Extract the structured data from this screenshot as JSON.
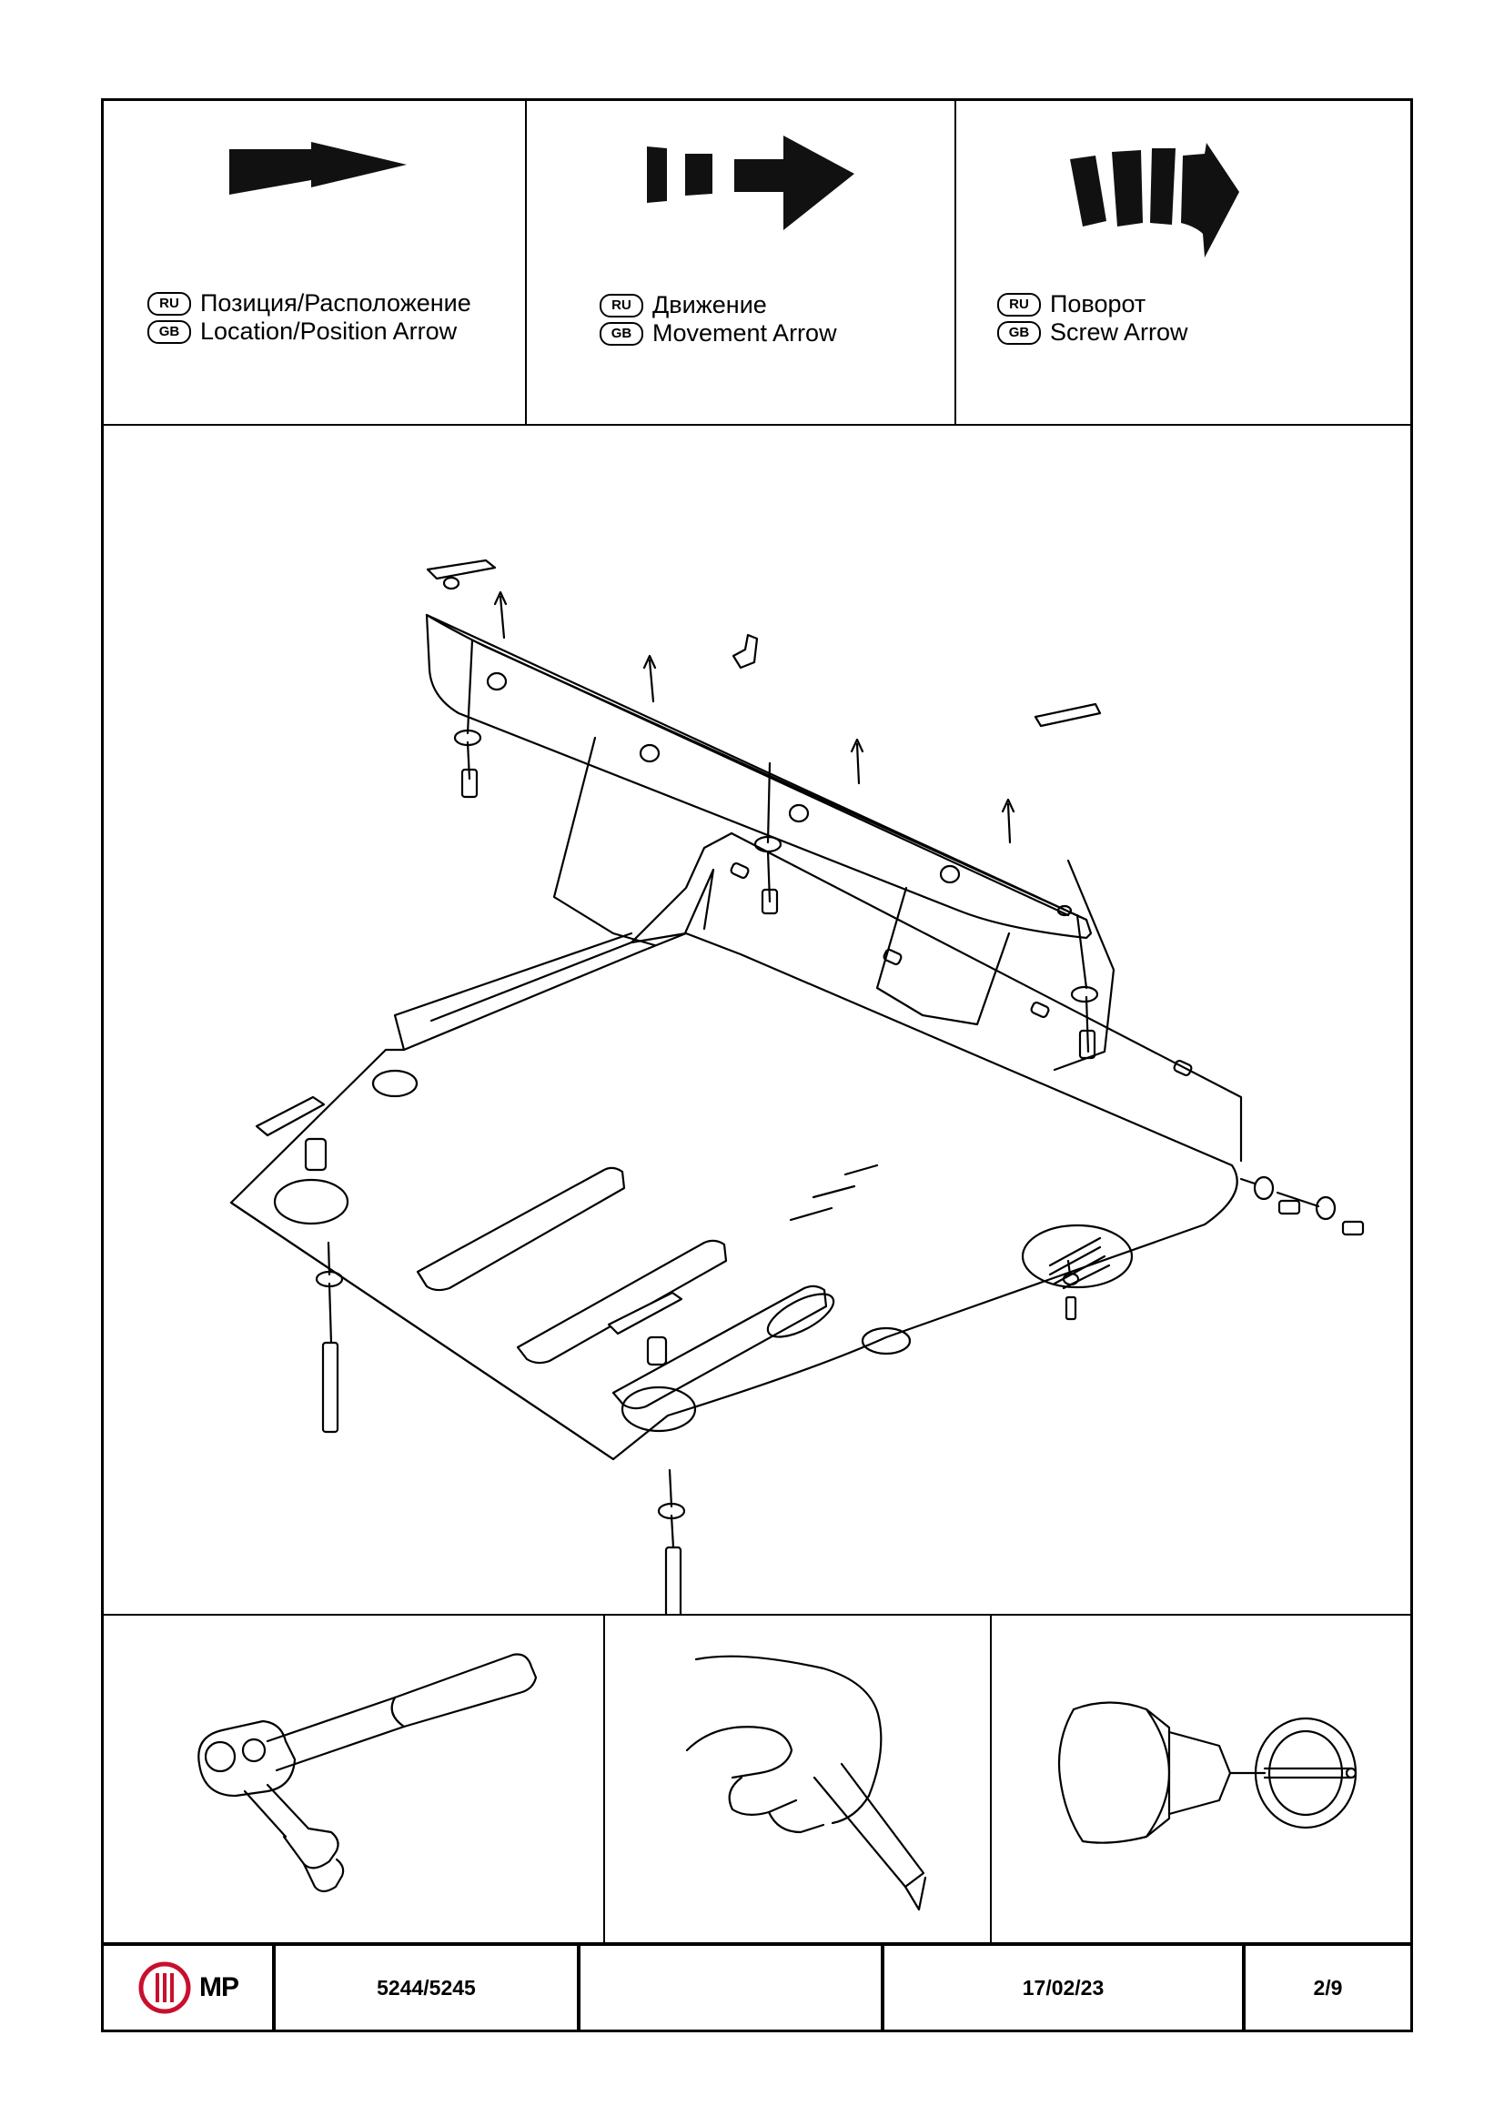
{
  "legend": [
    {
      "ru_badge": "RU",
      "gb_badge": "GB",
      "ru_text": "Позиция/Расположение",
      "gb_text": "Location/Position Arrow",
      "icon": "location-position-arrow-icon"
    },
    {
      "ru_badge": "RU",
      "gb_badge": "GB",
      "ru_text": "Движение",
      "gb_text": "Movement Arrow",
      "icon": "movement-arrow-icon"
    },
    {
      "ru_badge": "RU",
      "gb_badge": "GB",
      "ru_text": "Поворот",
      "gb_text": "Screw Arrow",
      "icon": "screw-arrow-icon"
    }
  ],
  "tools": [
    "ratchet-wrench-icon",
    "utility-knife-icon",
    "drill-hole-saw-icon"
  ],
  "footer": {
    "logo_text": "MP",
    "part_number": "5244/5245",
    "empty_cell": "",
    "date": "17/02/23",
    "page": "2/9"
  },
  "colors": {
    "logo_red": "#c8102e",
    "ink": "#000000",
    "paper": "#ffffff"
  }
}
